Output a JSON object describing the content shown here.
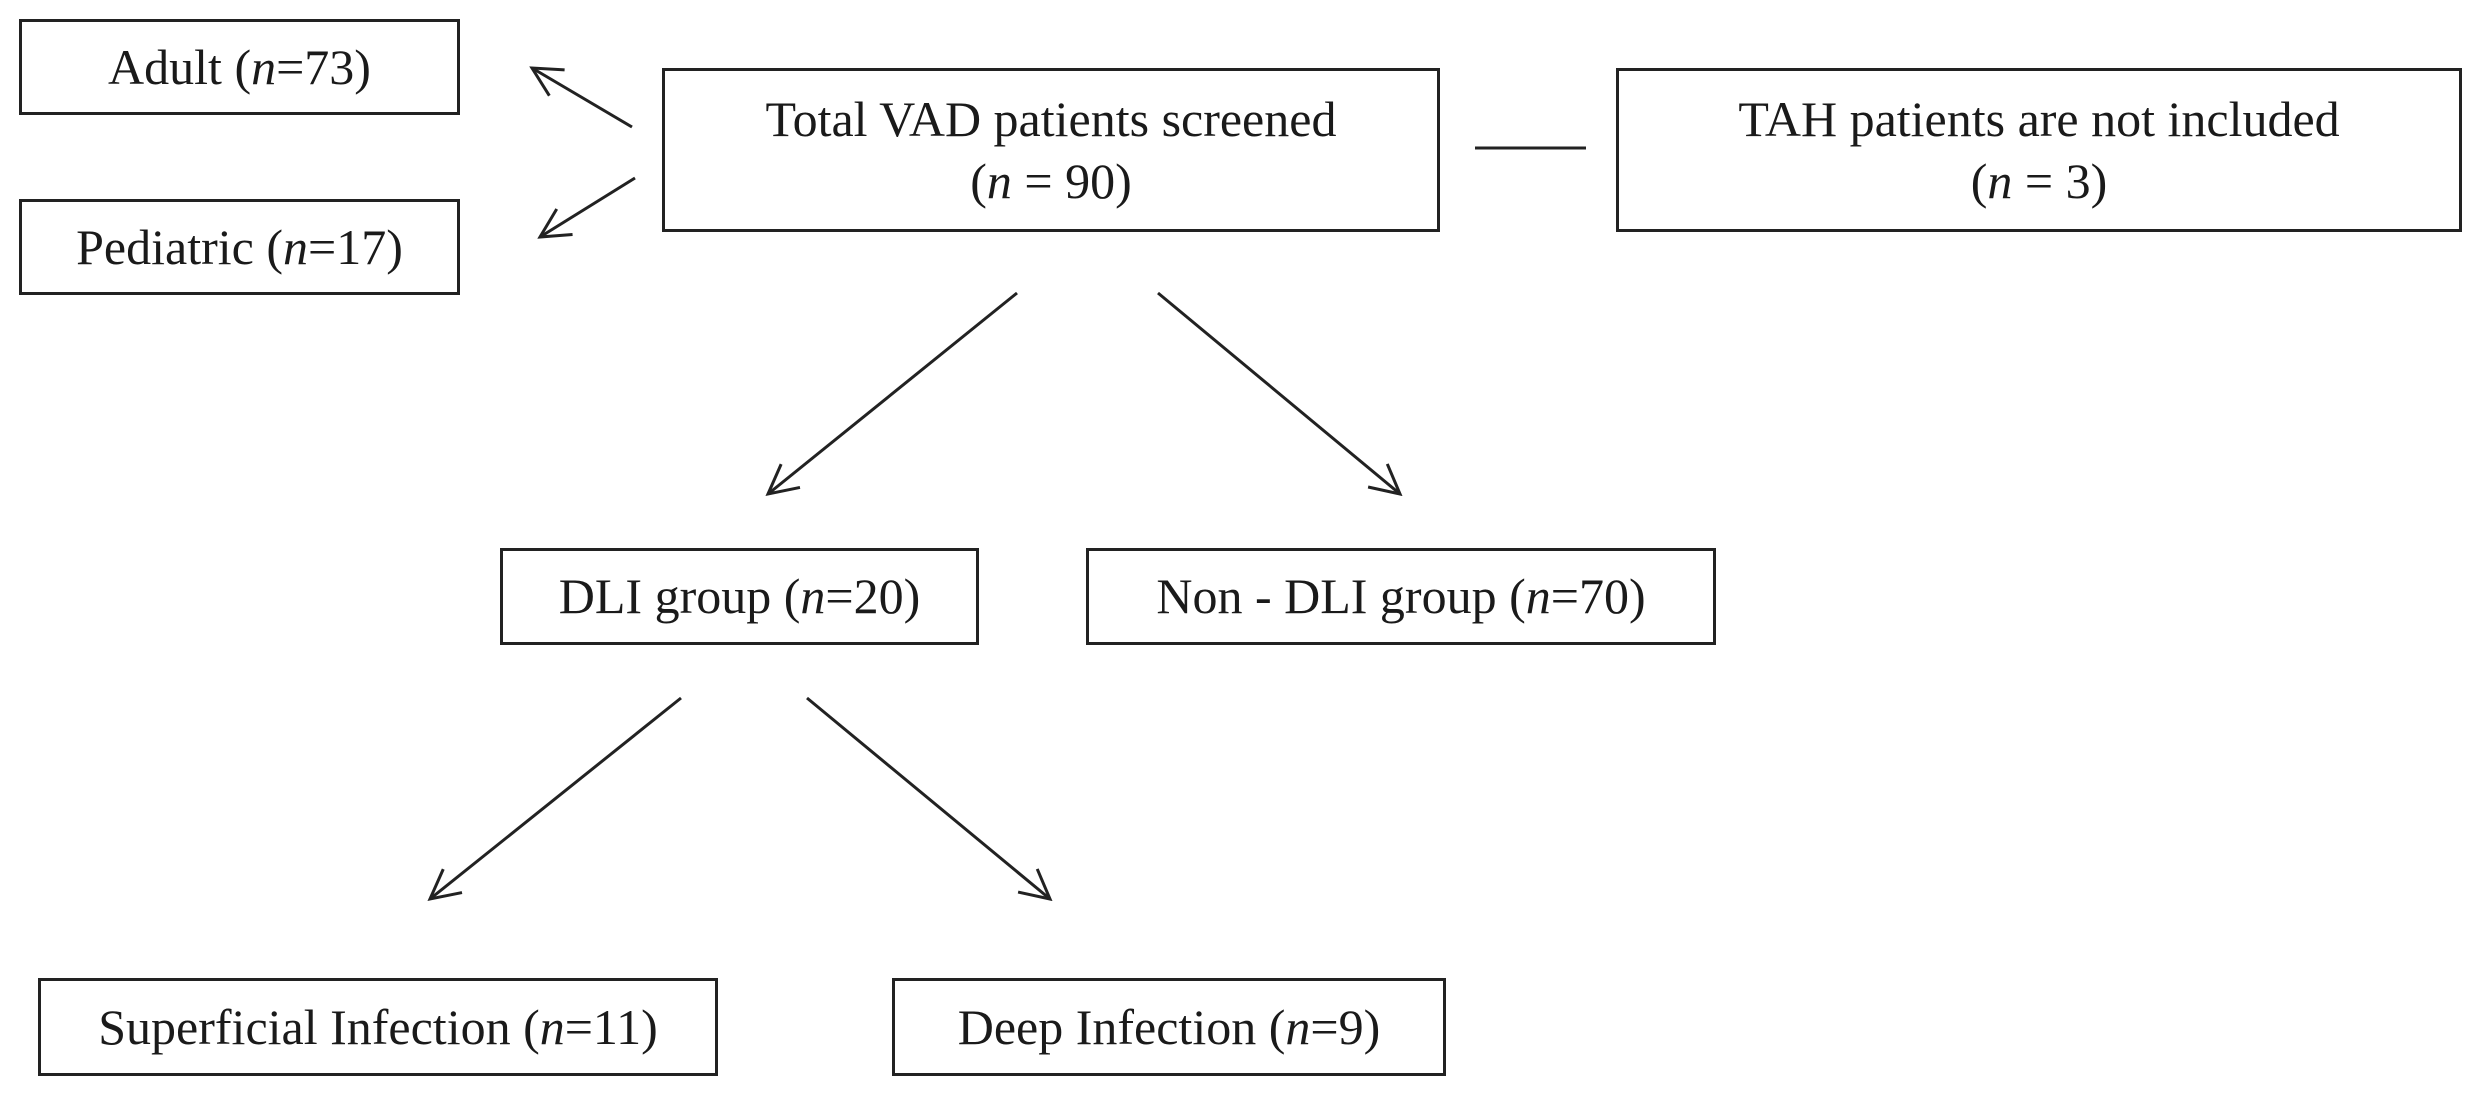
{
  "nodes": {
    "adult": {
      "label": "Adult (",
      "n_symbol": "n",
      "n_value": "=73)"
    },
    "pediatric": {
      "label": "Pediatric (",
      "n_symbol": "n",
      "n_value": "=17)"
    },
    "total": {
      "line1": "Total VAD patients screened",
      "line2_prefix": "(",
      "n_symbol": "n",
      "line2_value": " = 90)"
    },
    "tah": {
      "line1": "TAH patients are not included",
      "line2_prefix": "(",
      "n_symbol": "n",
      "line2_value": " = 3)"
    },
    "dli": {
      "label": "DLI group (",
      "n_symbol": "n",
      "n_value": "=20)"
    },
    "non_dli": {
      "label": "Non - DLI group (",
      "n_symbol": "n",
      "n_value": "=70)"
    },
    "superficial": {
      "label": "Superficial Infection (",
      "n_symbol": "n",
      "n_value": "=11)"
    },
    "deep": {
      "label": "Deep Infection (",
      "n_symbol": "n",
      "n_value": "=9)"
    }
  },
  "colors": {
    "stroke": "#222222",
    "background": "#ffffff",
    "text": "#1a1a1a"
  }
}
